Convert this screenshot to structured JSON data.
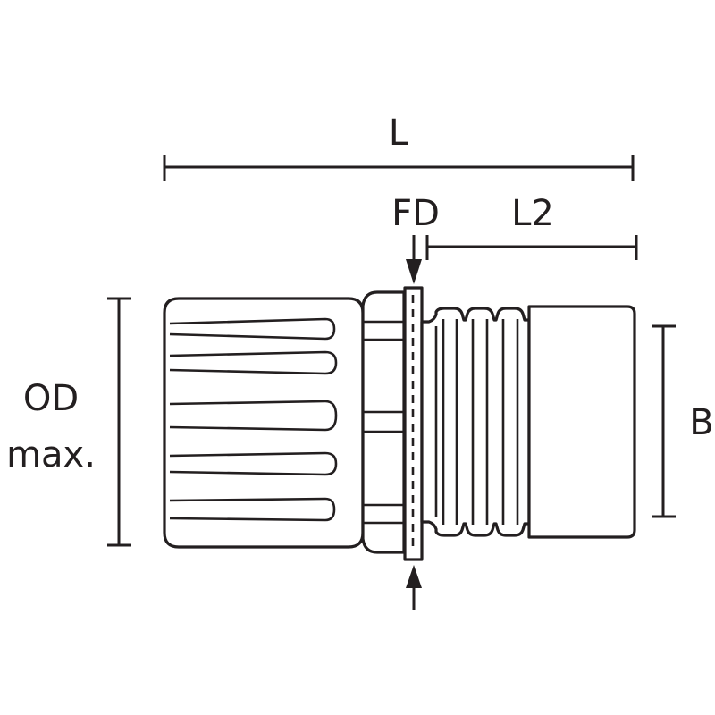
{
  "labels": {
    "length": "L",
    "flange_diameter": "FD",
    "length_2": "L2",
    "outer_diameter_line1": "OD",
    "outer_diameter_line2": "max.",
    "bore": "B"
  },
  "colors": {
    "stroke": "#231f20",
    "background": "#ffffff"
  }
}
